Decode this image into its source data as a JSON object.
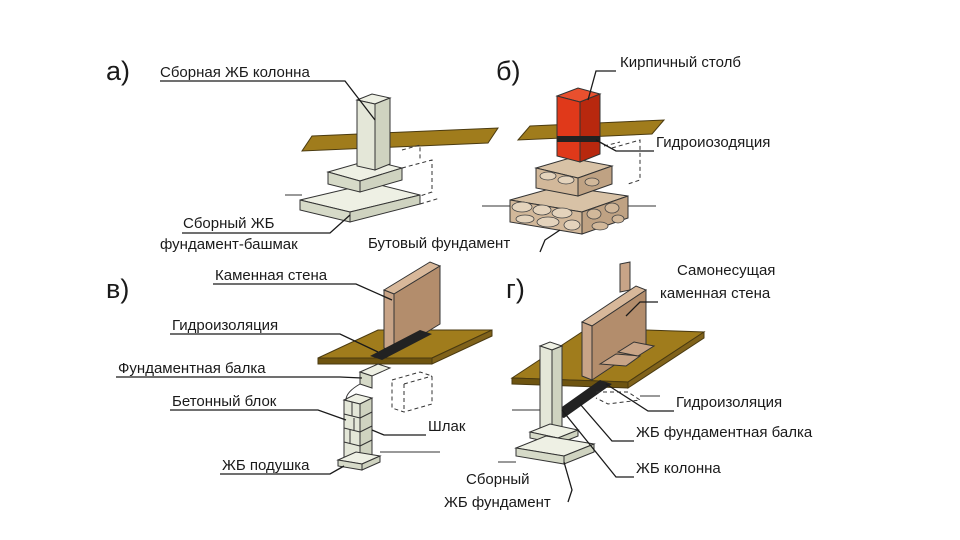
{
  "panels": {
    "a": {
      "letter": "а)",
      "column_label": "Сборная ЖБ колонна",
      "footing_label_1": "Сборный ЖБ",
      "footing_label_2": "фундамент-башмак"
    },
    "b": {
      "letter": "б)",
      "pillar_label": "Кирпичный столб",
      "waterproof_label": "Гидроиозодяция",
      "rubble_label": "Бутовый фундамент"
    },
    "v": {
      "letter": "в)",
      "wall_label": "Каменная стена",
      "waterproof_label": "Гидроизоляция",
      "beam_label": "Фундаментная балка",
      "block_label": "Бетонный блок",
      "slag_label": "Шлак",
      "pad_label": "ЖБ подушка"
    },
    "g": {
      "letter": "г)",
      "wall_label_1": "Самонесущая",
      "wall_label_2": "каменная стена",
      "waterproof_label": "Гидроизоляция",
      "beam_label": "ЖБ фундаментная балка",
      "column_label": "ЖБ колонна",
      "foundation_label_1": "Сборный",
      "foundation_label_2": "ЖБ фундамент"
    }
  },
  "colors": {
    "ground": "#a07c1c",
    "ground_edge": "#4a3a10",
    "concrete": "#eef0e4",
    "concrete_side": "#cfd3c0",
    "brick": "#e0391a",
    "brick_side": "#b8280e",
    "stone_wall": "#c8a487",
    "stone_wall_side": "#a8825f",
    "rubble": "#d8c2a6",
    "waterproof": "#222222"
  }
}
